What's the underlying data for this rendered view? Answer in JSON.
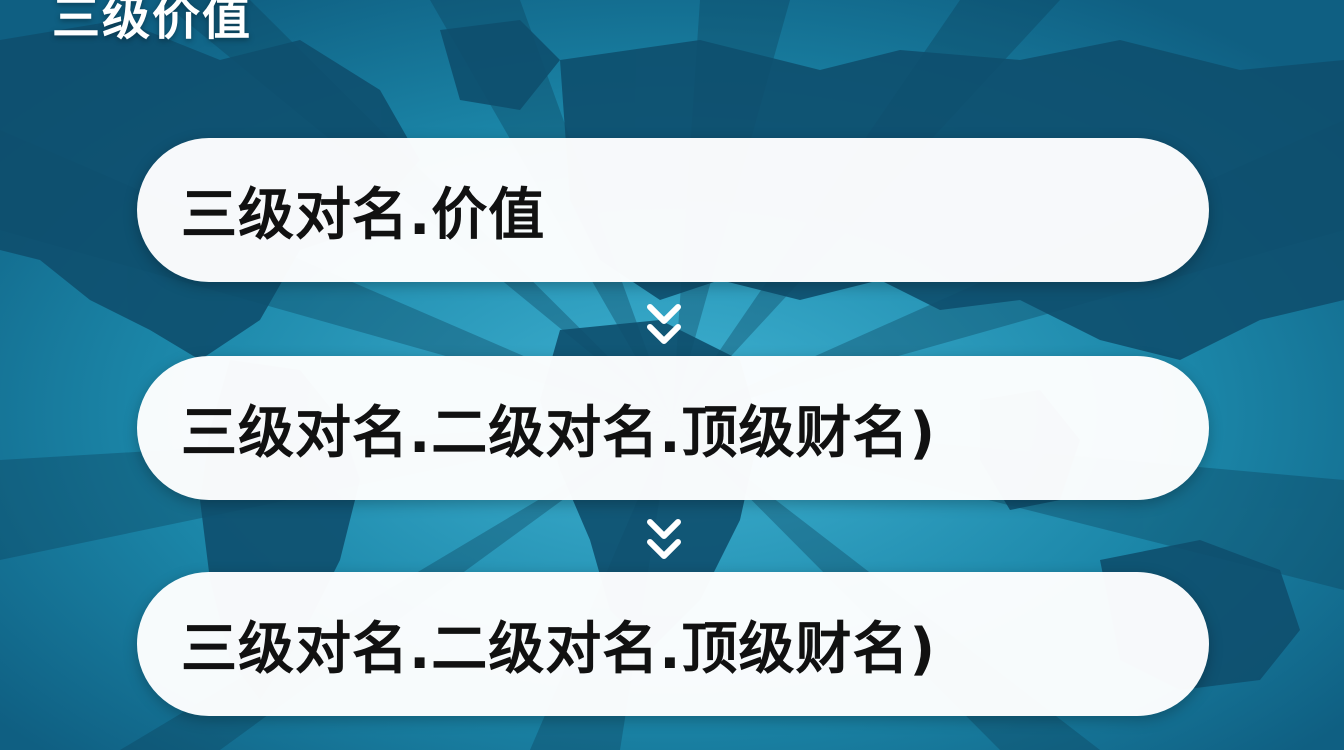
{
  "title": "三级价值",
  "rows": [
    {
      "text": "三级对名.价值"
    },
    {
      "text": "三级对名.二级对名.顶级财名)"
    },
    {
      "text": "三级对名.二级对名.顶级财名)"
    }
  ],
  "icons": {
    "arrow": "double-chevron-down-icon"
  },
  "colors": {
    "background": "#1a7fa0",
    "continents": "#0e4f6e",
    "pill": "#ffffff",
    "text": "#111111",
    "arrow": "#ffffff"
  }
}
